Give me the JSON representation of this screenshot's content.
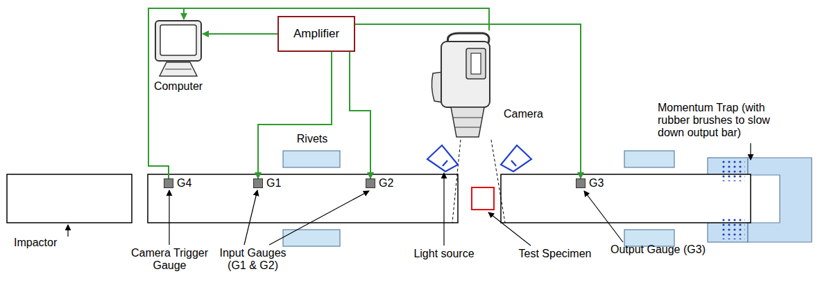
{
  "diagram": {
    "nodes": [
      {
        "text": [
          "Computer"
        ]
      },
      {
        "text": [
          "Amplifier"
        ]
      },
      {
        "text": [
          "Camera"
        ]
      },
      {
        "text": [
          "G4"
        ]
      },
      {
        "text": [
          "G1"
        ]
      },
      {
        "text": [
          "G2"
        ]
      },
      {
        "text": [
          "G3"
        ]
      }
    ],
    "edges": [
      {
        "from": 3,
        "to": 2,
        "arrow": "none"
      },
      {
        "from": 3,
        "to": 0,
        "arrow": "to"
      },
      {
        "from": 1,
        "to": 0,
        "arrow": "to"
      },
      {
        "from": 1,
        "to": 4,
        "arrow": "to"
      },
      {
        "from": 1,
        "to": 5,
        "arrow": "to"
      },
      {
        "from": 1,
        "to": 6,
        "arrow": "to"
      }
    ],
    "labels": [
      "Impactor",
      "Camera Trigger Gauge",
      "Input Gauges (G1 & G2)",
      "Rivets",
      "Light source",
      "Test Specimen",
      "Output Gauge (G3)",
      "Momentum Trap (with rubber brushes to slow down output bar)"
    ]
  }
}
